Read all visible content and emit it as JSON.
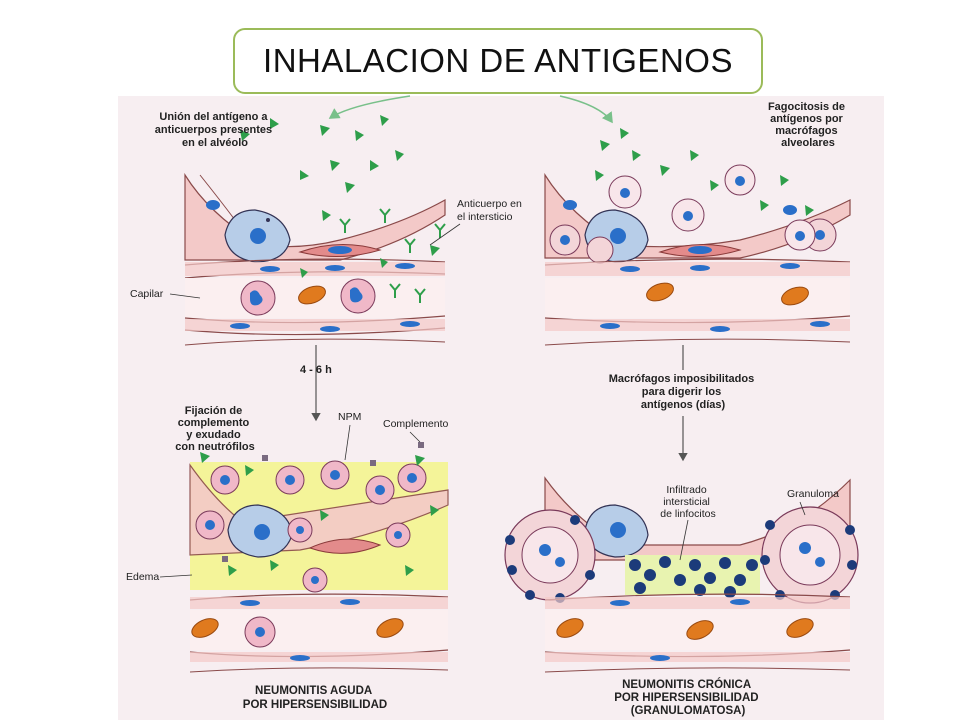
{
  "title": "INHALACION DE ANTIGENOS",
  "left": {
    "top_label": [
      "Unión del antígeno a",
      "anticuerpos presentes",
      "en el alvéolo"
    ],
    "anticuerpo": [
      "Anticuerpo en",
      "el intersticio"
    ],
    "capilar": "Capilar",
    "time": "4 - 6 h",
    "fijacion": [
      "Fijación de",
      "complemento",
      "y exudado",
      "con neutrófilos"
    ],
    "npm": "NPM",
    "complemento": "Complemento",
    "edema": "Edema",
    "bottom": [
      "NEUMONITIS AGUDA",
      "POR HIPERSENSIBILIDAD"
    ]
  },
  "right": {
    "top_label": [
      "Fagocitosis de",
      "antígenos por",
      "macrófagos",
      "alveolares"
    ],
    "macrofagos": [
      "Macrófagos imposibilitados",
      "para digerir los",
      "antígenos (días)"
    ],
    "infiltrado": [
      "Infiltrado",
      "intersticial",
      "de linfocitos"
    ],
    "granuloma": "Granuloma",
    "bottom": [
      "NEUMONITIS CRÓNICA",
      "POR HIPERSENSIBILIDAD",
      "(GRANULOMATOSA)"
    ]
  },
  "colors": {
    "frame": "#9bbb59",
    "antigen": "#2e9e4a",
    "cell_pink": "#f3c9c8",
    "nucleus": "#2a6fc9",
    "rbc": "#e07a1e",
    "edema": "#f3f58a",
    "lymphocyte": "#1c3b7a"
  }
}
